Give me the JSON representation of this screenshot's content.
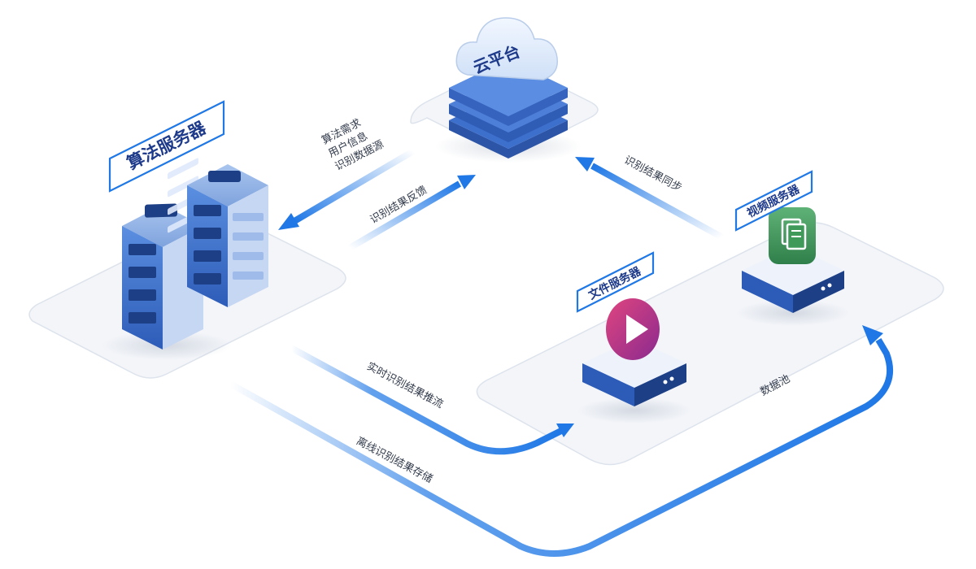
{
  "nodes": {
    "cloud_label": "云平台",
    "algo_label": "算法服务器",
    "video_label": "视频服务器",
    "file_label": "文件服务器",
    "pool_label": "数据池"
  },
  "flows": {
    "request": [
      "算法需求",
      "用户信息",
      "识别数据源"
    ],
    "feedback": "识别结果反馈",
    "sync": "识别结果同步",
    "realtime": "实时识别结果推流",
    "offline": "离线识别结果存储"
  },
  "colors": {
    "accent": "#1f78e6",
    "navy": "#1d3f86",
    "server_blue": "#3a6fcf",
    "green": "#3f9a5a",
    "magenta": "#c0357e"
  }
}
